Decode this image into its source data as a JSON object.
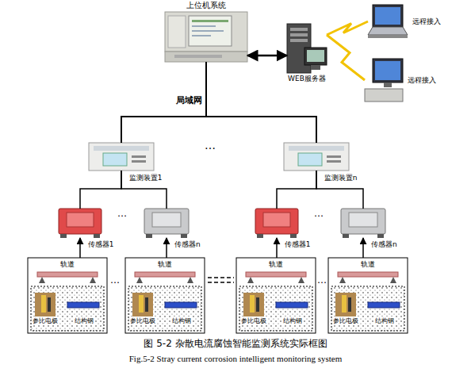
{
  "diagram": {
    "caption": "图 5-2 杂散电流腐蚀智能监测系统实际框图",
    "nodes": [
      {
        "text": [
          "上位机系统"
        ]
      },
      {
        "text": [
          "WEB服务器"
        ]
      },
      {
        "text": [
          "远程接入"
        ]
      },
      {
        "text": [
          "远程接入"
        ]
      },
      {
        "text": [
          "监测装置1"
        ]
      },
      {
        "text": [
          "监测装置n"
        ]
      },
      {
        "text": [
          "传感器1"
        ]
      },
      {
        "text": [
          "传感器n"
        ]
      },
      {
        "text": [
          "传感器1"
        ]
      },
      {
        "text": [
          "传感器n"
        ]
      },
      {
        "text": [
          "轨道"
        ]
      },
      {
        "text": [
          "参比电极"
        ],
        "in": 10
      },
      {
        "text": [
          "结构钢"
        ],
        "in": 10
      },
      {
        "text": [
          "轨道"
        ]
      },
      {
        "text": [
          "参比电极"
        ],
        "in": 13
      },
      {
        "text": [
          "结构钢"
        ],
        "in": 13
      },
      {
        "text": [
          "轨道"
        ]
      },
      {
        "text": [
          "参比电极"
        ],
        "in": 16
      },
      {
        "text": [
          "结构钢"
        ],
        "in": 16
      },
      {
        "text": [
          "轨道"
        ]
      },
      {
        "text": [
          "参比电极"
        ],
        "in": 19
      },
      {
        "text": [
          "结构钢"
        ],
        "in": 19
      }
    ],
    "edges": [
      {
        "from": 0,
        "to": 1,
        "arrow": "both"
      },
      {
        "from": 1,
        "to": 2,
        "arrow": "none"
      },
      {
        "from": 1,
        "to": 3,
        "arrow": "none"
      },
      {
        "from": 0,
        "to": 4,
        "arrow": "none"
      },
      {
        "from": 0,
        "to": 5,
        "arrow": "none"
      },
      {
        "from": 6,
        "to": 4,
        "arrow": "none"
      },
      {
        "from": 7,
        "to": 4,
        "arrow": "none"
      },
      {
        "from": 8,
        "to": 5,
        "arrow": "none"
      },
      {
        "from": 9,
        "to": 5,
        "arrow": "none"
      },
      {
        "from": 10,
        "to": 6,
        "arrow": "to"
      },
      {
        "from": 13,
        "to": 7,
        "arrow": "to"
      },
      {
        "from": 16,
        "to": 8,
        "arrow": "to"
      },
      {
        "from": 19,
        "to": 9,
        "arrow": "to"
      }
    ],
    "labels": [
      "局域网",
      "…",
      "…",
      "…",
      "…",
      "…",
      "Fig.5-2 Stray current corrosion intelligent monitoring system"
    ]
  }
}
